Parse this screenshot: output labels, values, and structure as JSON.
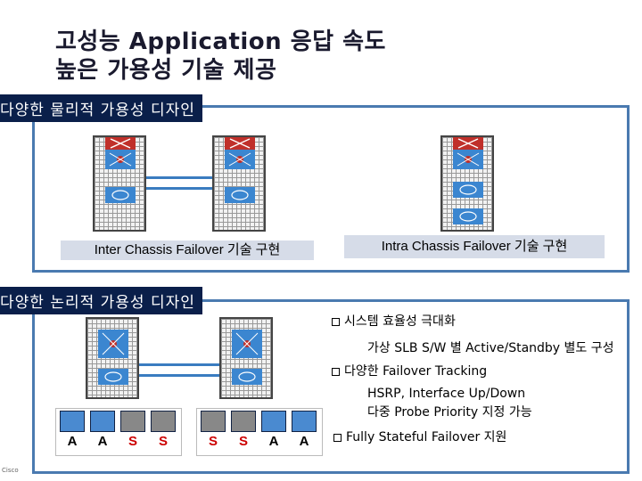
{
  "header": {
    "title_line1": "고성능 Application 응답 속도",
    "title_line2": "높은 가용성 기술 제공"
  },
  "physical": {
    "label": "다양한 물리적 가용성 디자인",
    "caption_inter": "Inter Chassis Failover 기술 구현",
    "caption_intra": "Intra Chassis Failover 기술 구현"
  },
  "logical": {
    "label": "다양한 논리적 가용성 디자인",
    "notes": {
      "b1": "시스템 효율성 극대화",
      "b1_sub": "가상 SLB S/W 별 Active/Standby 별도 구성",
      "b2": "다양한  Failover Tracking",
      "b2_sub1": "HSRP, Interface Up/Down",
      "b2_sub2": "다중 Probe Priority 지정 가능",
      "b3": "Fully Stateful Failover 지원"
    },
    "server_labels": [
      "A",
      "A",
      "S",
      "S",
      "S",
      "S",
      "A",
      "A"
    ],
    "colors": {
      "A": "#000000",
      "S": "#cc0000"
    }
  },
  "footer": {
    "brand": "Cisco"
  },
  "colors": {
    "section_label_bg": "#0a1f4a",
    "panel_border": "#4a7ab0",
    "link": "#3a7cc0",
    "switch_red": "#c0302a",
    "module_blue": "#3b86d0"
  }
}
